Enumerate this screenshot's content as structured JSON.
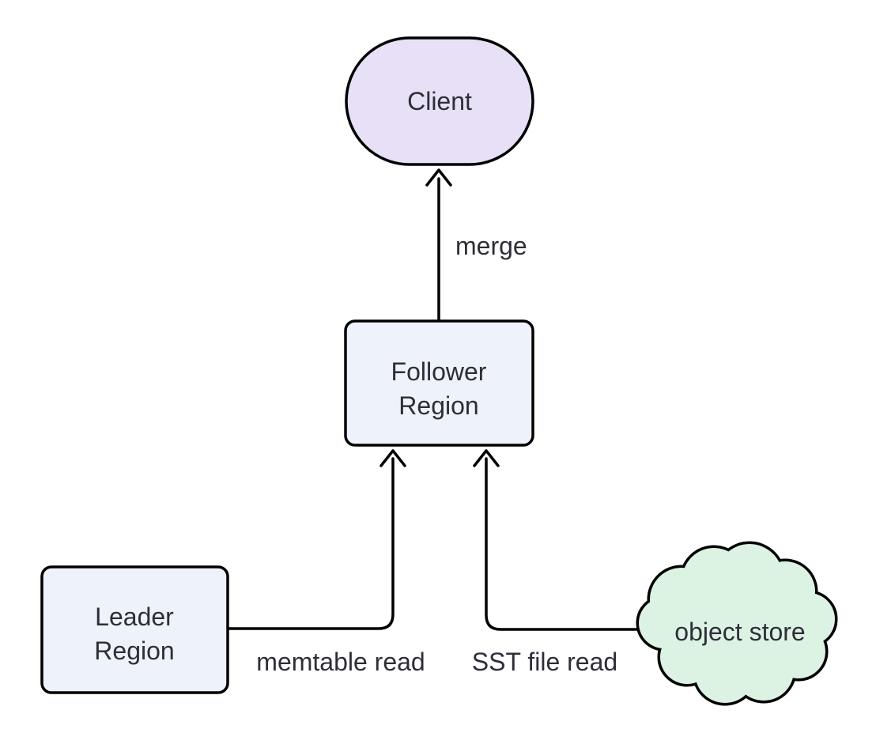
{
  "diagram": {
    "type": "flowchart",
    "background": "#ffffff",
    "stroke_color": "#000000",
    "text_color": "#2e2e38",
    "nodes": {
      "client": {
        "label": "Client",
        "shape": "stadium",
        "fill": "#e7e0f7"
      },
      "follower": {
        "lines": [
          "Follower",
          "Region"
        ],
        "shape": "rounded-rect",
        "fill": "#eef2fa"
      },
      "leader": {
        "lines": [
          "Leader",
          "Region"
        ],
        "shape": "rounded-rect",
        "fill": "#eef2fa"
      },
      "object_store": {
        "label": "object store",
        "shape": "cloud",
        "fill": "#dcf3e4"
      }
    },
    "edges": [
      {
        "from": "follower",
        "to": "client",
        "label": "merge"
      },
      {
        "from": "leader",
        "to": "follower",
        "label": "memtable read"
      },
      {
        "from": "object_store",
        "to": "follower",
        "label": "SST file read"
      }
    ]
  }
}
